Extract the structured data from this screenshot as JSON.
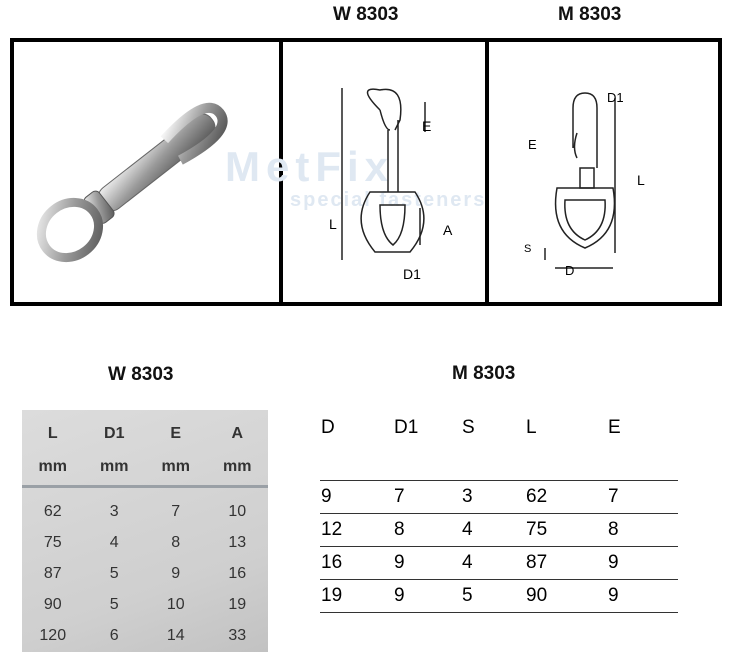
{
  "header": {
    "w_title": "W 8303",
    "m_title": "M 8303"
  },
  "watermark": {
    "brand": "MetFix",
    "tagline": "special fasteners"
  },
  "diagram_w": {
    "labels": [
      "L",
      "E",
      "A",
      "D1"
    ]
  },
  "diagram_m": {
    "labels": [
      "D1",
      "E",
      "L",
      "S",
      "D"
    ]
  },
  "w_table": {
    "title": "W 8303",
    "headers": [
      "L",
      "D1",
      "E",
      "A"
    ],
    "units": [
      "mm",
      "mm",
      "mm",
      "mm"
    ],
    "rows": [
      [
        "62",
        "3",
        "7",
        "10"
      ],
      [
        "75",
        "4",
        "8",
        "13"
      ],
      [
        "87",
        "5",
        "9",
        "16"
      ],
      [
        "90",
        "5",
        "10",
        "19"
      ],
      [
        "120",
        "6",
        "14",
        "33"
      ]
    ]
  },
  "m_table": {
    "title": "M 8303",
    "headers": [
      "D",
      "D1",
      "S",
      "L",
      "E"
    ],
    "rows": [
      [
        "9",
        "7",
        "3",
        "62",
        "7"
      ],
      [
        "12",
        "8",
        "4",
        "75",
        "8"
      ],
      [
        "16",
        "9",
        "4",
        "87",
        "9"
      ],
      [
        "19",
        "9",
        "5",
        "90",
        "9"
      ]
    ]
  }
}
